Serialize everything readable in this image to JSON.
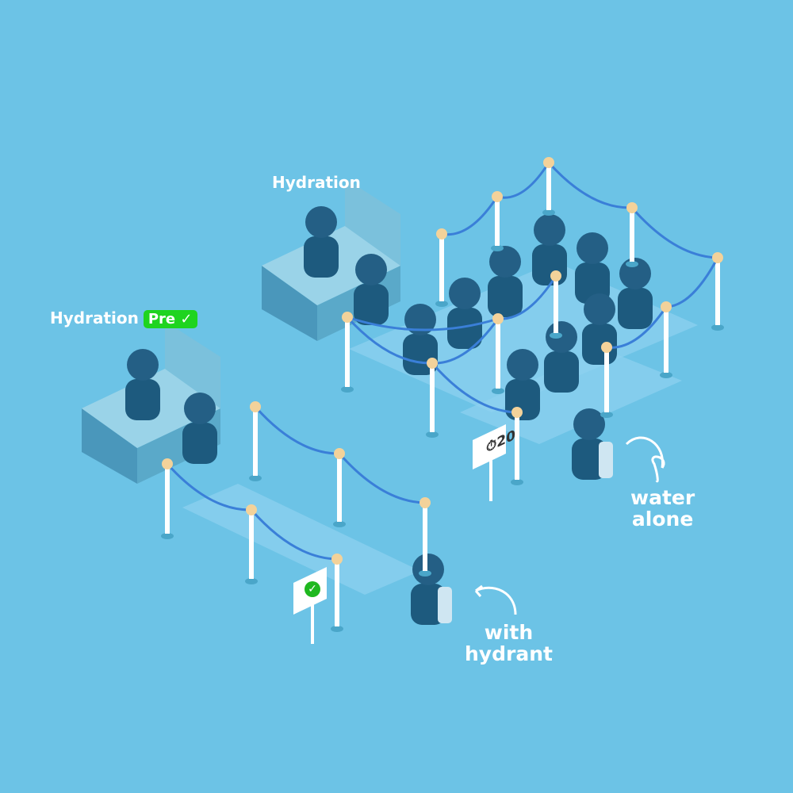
{
  "labels": {
    "hydration_main": "Hydration",
    "hydration_pre": "Hydration",
    "pre_badge": "Pre",
    "pre_check": "✓",
    "water_alone": [
      "water",
      "alone"
    ],
    "with_hydrant": [
      "with",
      "hydrant"
    ],
    "timer_sign": "20",
    "check_sign": "✓"
  },
  "colors": {
    "background": "#6cc3e6",
    "person": "#1d5a7e",
    "rope": "#3a7fd8",
    "post_cap": "#f3d29a",
    "badge": "#1fd41f"
  }
}
